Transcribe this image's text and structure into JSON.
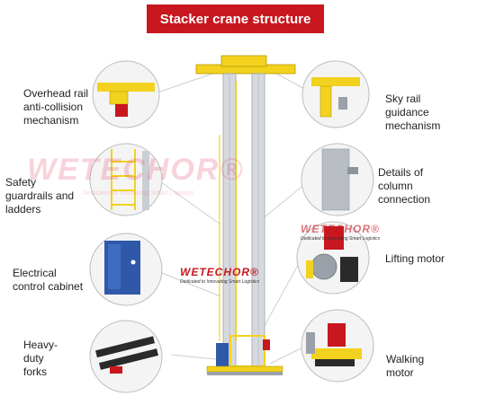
{
  "title": "Stacker crane structure",
  "labels": {
    "overhead_rail": "Overhead rail\nanti-collision\nmechanism",
    "safety": "Safety\nguardrails and\nladders",
    "electrical": "Electrical\ncontrol cabinet",
    "forks": "Heavy-\nduty\nforks",
    "sky_rail": "Sky rail\nguidance\nmechanism",
    "column": "Details of\ncolumn\nconnection",
    "lifting": "Lifting motor",
    "walking": "Walking\nmotor"
  },
  "watermark": {
    "brand": "WETECHOR®",
    "slogan": "Dedicated to Innovating Smart Logistics"
  },
  "colors": {
    "title_bg": "#c8171e",
    "accent_yellow": "#f2d21e",
    "mast_gray": "#c9ced3",
    "cabinet_blue": "#2f59a8",
    "motor_red": "#c8171e"
  }
}
